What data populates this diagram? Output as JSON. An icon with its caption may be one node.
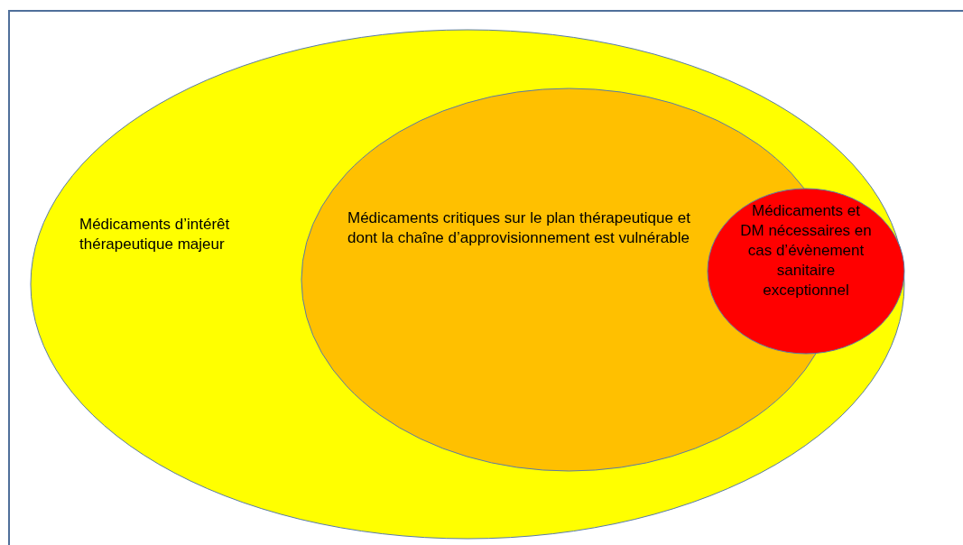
{
  "diagram": {
    "nodes": [
      {
        "text": [
          "Médicaments d’intérêt thérapeutique majeur"
        ]
      },
      {
        "text": [
          "Médicaments critiques sur le plan thérapeutique et dont la chaîne d’approvisionnement est vulnérable"
        ],
        "in": 0
      },
      {
        "text": [
          "Médicaments et DM nécessaires en cas d’évènement sanitaire exceptionnel"
        ],
        "in": 0
      }
    ],
    "edges": []
  }
}
